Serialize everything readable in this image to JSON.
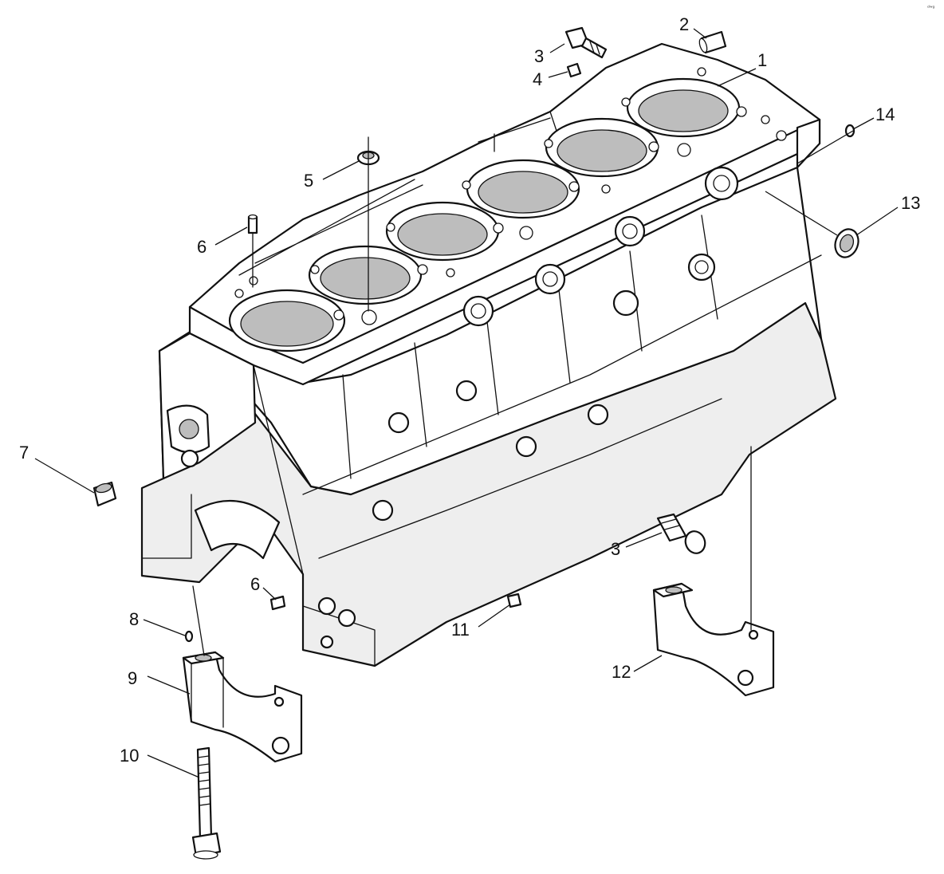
{
  "corner_mark": "ᵈʷᵍ",
  "callouts": [
    "1",
    "2",
    "3",
    "4",
    "5",
    "6",
    "7",
    "8",
    "9",
    "10",
    "11",
    "12",
    "13",
    "14",
    "3",
    "6"
  ],
  "icons": {
    "engine_block": "cylinder-block-icon",
    "main_bearing_cap": "bearing-cap-icon",
    "bolt": "bolt-icon",
    "plug": "plug-icon",
    "dowel": "dowel-pin-icon",
    "seal_ring": "seal-ring-icon"
  }
}
